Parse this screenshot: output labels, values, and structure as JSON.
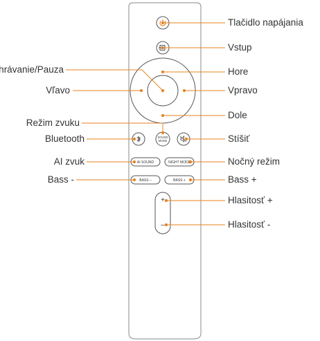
{
  "labels": {
    "power": "Tlačidlo napájania",
    "input": "Vstup",
    "play_pause": "Prehrávanie/Pauza",
    "up": "Hore",
    "left": "Vľavo",
    "right": "Vpravo",
    "down": "Dole",
    "sound_mode": "Režim zvuku",
    "bluetooth": "Bluetooth",
    "mute": "Stíšiť",
    "ai_sound": "AI zvuk",
    "night_mode": "Nočný režim",
    "bass_minus": "Bass -",
    "bass_plus": "Bass +",
    "volume_up": "Hlasitosť +",
    "volume_down": "Hlasitosť -"
  },
  "buttons": {
    "sound_mode_line1": "SOUND",
    "sound_mode_line2": "MODE",
    "ai_sound": "AI SOUND",
    "night_mode": "NIGHT MODE",
    "bass_minus": "BASS –",
    "bass_plus": "BASS +",
    "vol_plus": "+",
    "vol_minus": "–"
  },
  "colors": {
    "leader": "#e8821e",
    "outline": "#555555",
    "power_icon": "#e8821e"
  },
  "icons": [
    "power-icon",
    "input-icon",
    "bluetooth-icon",
    "mute-icon"
  ]
}
